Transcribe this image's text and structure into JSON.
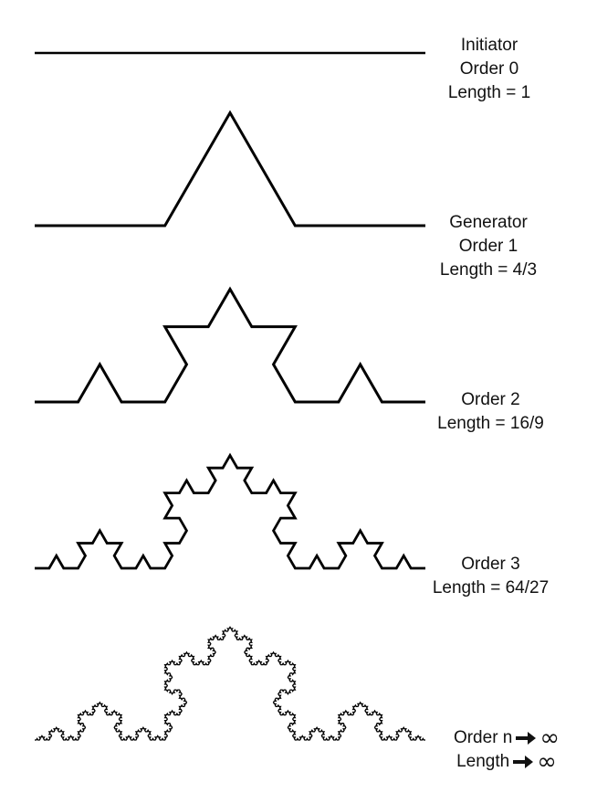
{
  "stages": [
    {
      "lines": [
        "Initiator",
        "Order 0",
        "Length = 1"
      ]
    },
    {
      "lines": [
        "Generator",
        "Order 1",
        "Length = 4/3"
      ]
    },
    {
      "lines": [
        "Order 2",
        "Length = 16/9"
      ]
    },
    {
      "lines": [
        "Order 3",
        "Length = 64/27"
      ]
    },
    {
      "order_prefix": "Order n",
      "length_prefix": "Length",
      "infinity_symbol": "∞"
    }
  ],
  "colors": {
    "stroke": "#000000",
    "text": "#111111",
    "background": "#ffffff"
  }
}
